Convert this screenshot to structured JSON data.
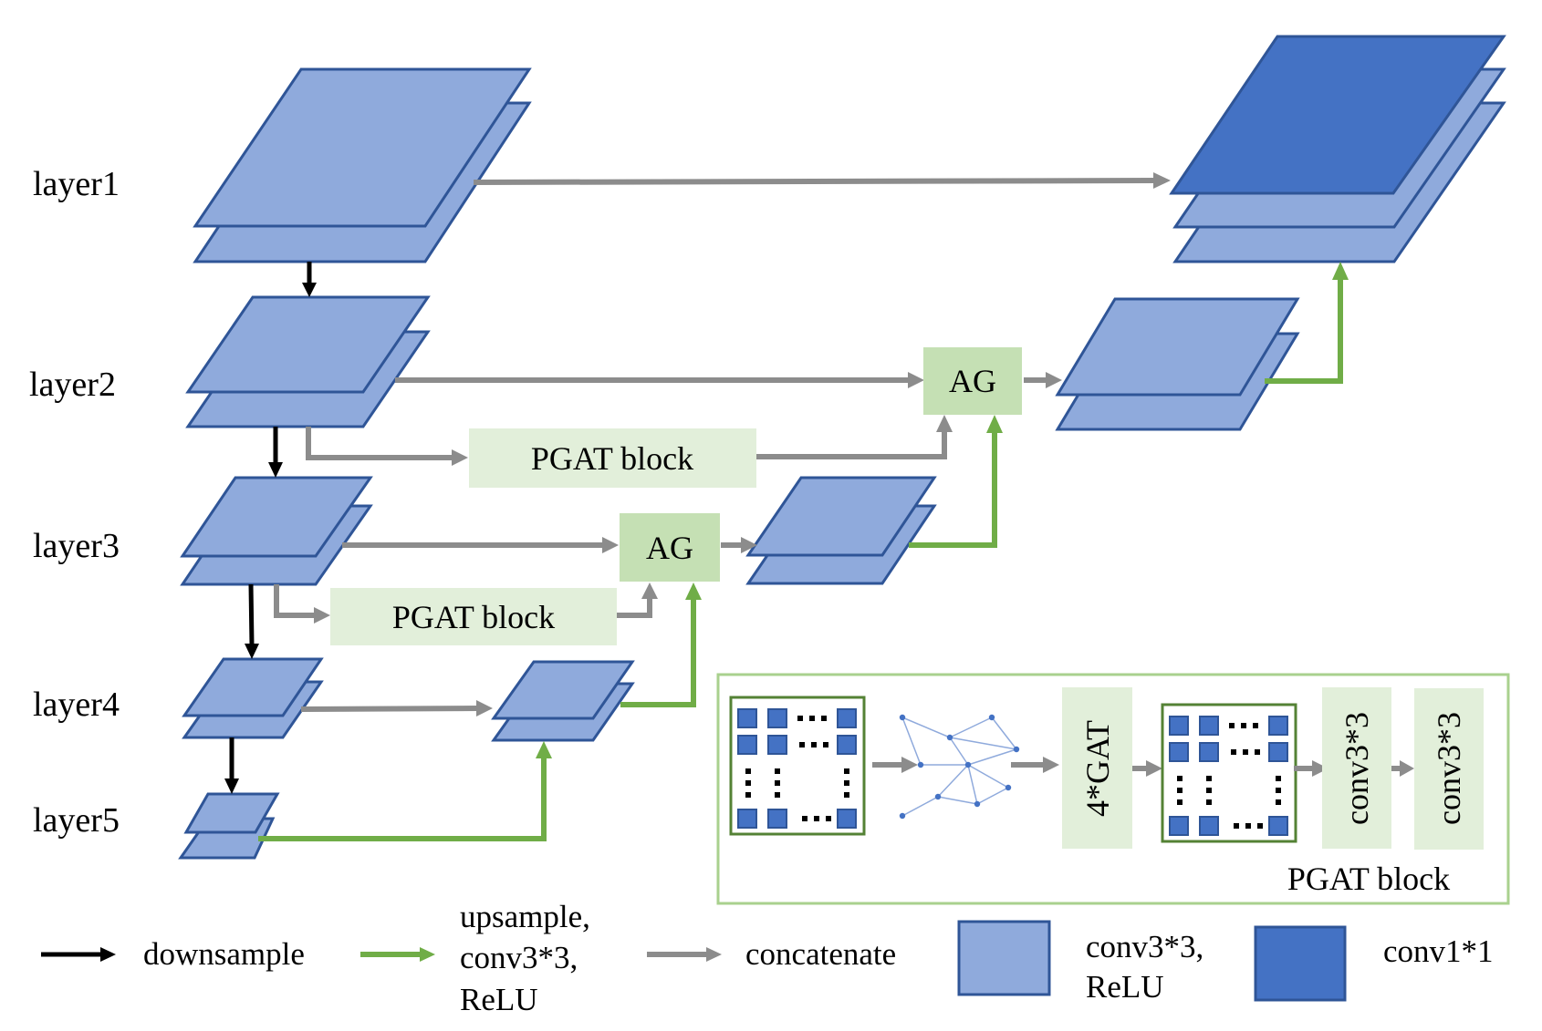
{
  "diagram": {
    "layers": [
      "layer1",
      "layer2",
      "layer3",
      "layer4",
      "layer5"
    ],
    "blocks": {
      "attention_gate": "AG",
      "pgat_block": "PGAT block"
    },
    "pgat_detail": {
      "title": "PGAT block",
      "steps": [
        "4*GAT",
        "conv3*3",
        "conv3*3"
      ]
    },
    "legend": [
      {
        "key": "downsample",
        "lines": [
          "downsample"
        ],
        "color": "#000000"
      },
      {
        "key": "upsample",
        "lines": [
          "upsample,",
          "conv3*3,",
          "ReLU"
        ],
        "color": "#70ad47"
      },
      {
        "key": "concatenate",
        "lines": [
          "concatenate"
        ],
        "color": "#8c8c8c"
      },
      {
        "key": "conv3x3",
        "lines": [
          "conv3*3,",
          "ReLU"
        ],
        "color": "#8faadc"
      },
      {
        "key": "conv1x1",
        "lines": [
          "conv1*1"
        ],
        "color": "#4472c4"
      }
    ],
    "colors": {
      "feature_map": "#8faadc",
      "output_map": "#4472c4",
      "outline": "#2f5597",
      "concat_arrow": "#8c8c8c",
      "upsample_arrow": "#70ad47",
      "downsample_arrow": "#000000",
      "pgat_fill": "#e2efda",
      "ag_fill": "#c5e0b4"
    }
  }
}
